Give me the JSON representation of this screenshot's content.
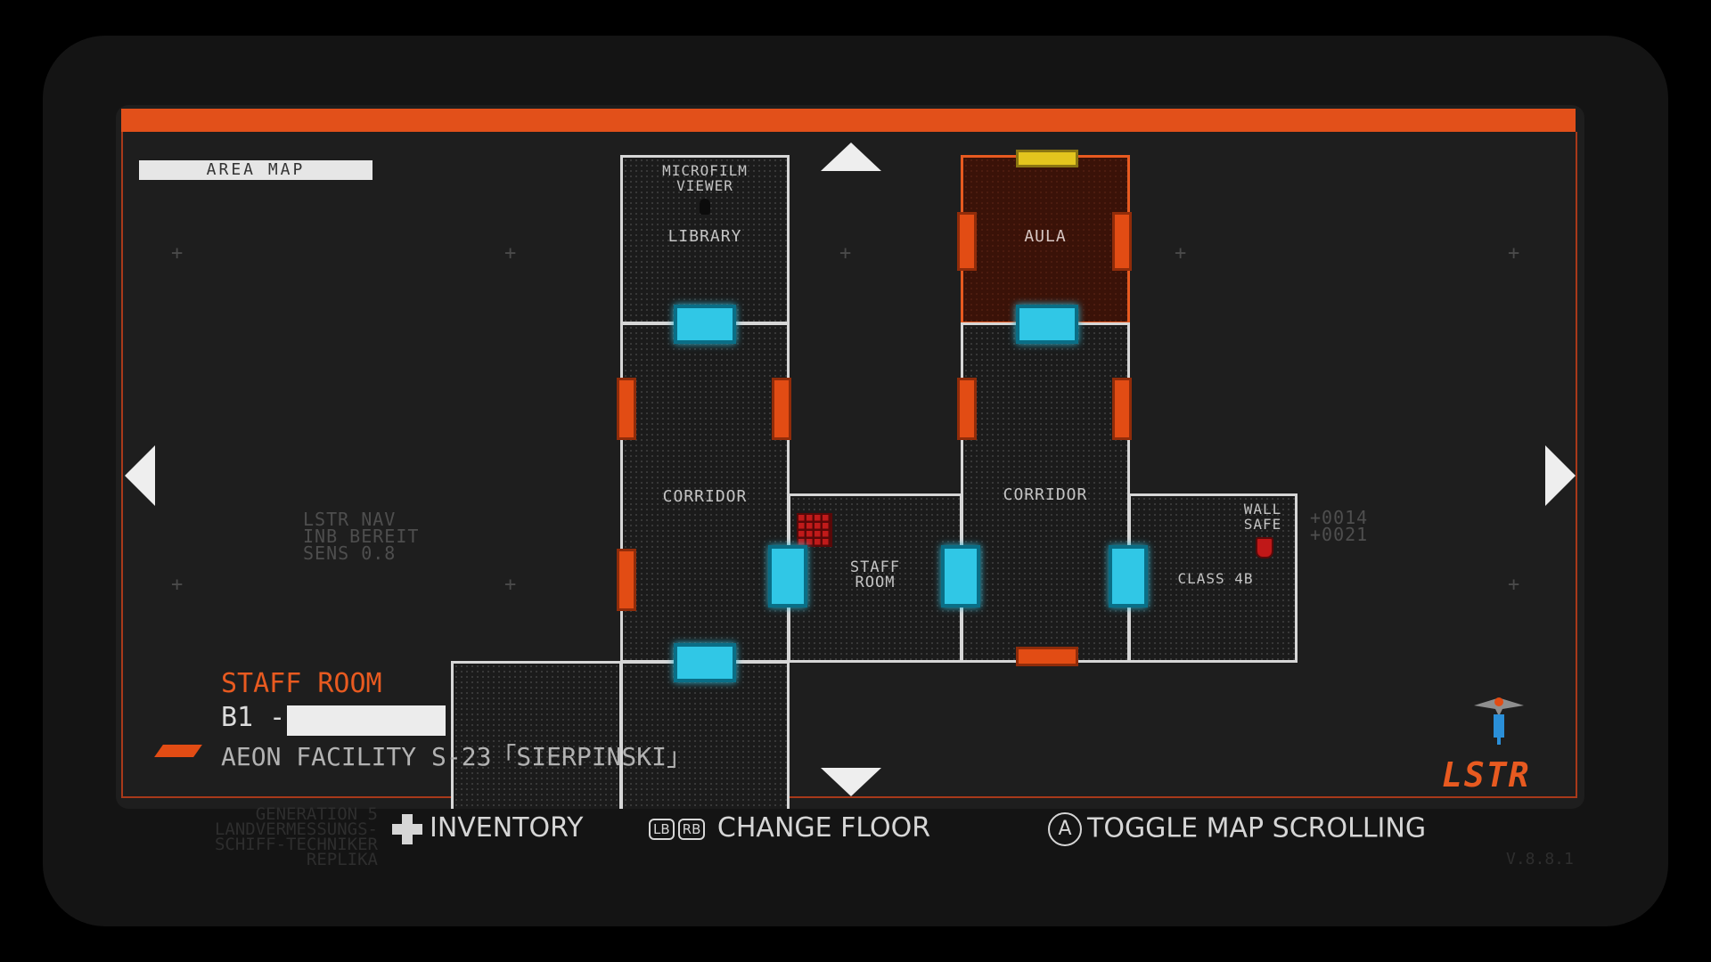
{
  "header": {
    "title": "AREA MAP"
  },
  "map": {
    "rooms": {
      "microfilm_label": "MICROFILM\nVIEWER",
      "library_label": "LIBRARY",
      "aula_label": "AULA",
      "corridor_left_label": "CORRIDOR",
      "corridor_right_label": "CORRIDOR",
      "staff_room_label": "STAFF\nROOM",
      "class_label": "CLASS 4B",
      "wall_safe_label": "WALL\nSAFE"
    },
    "coords": "+0014\n+0021",
    "nav_text": "LSTR NAV\nINB BEREIT\nSENS 0.8"
  },
  "location": {
    "room_name": "STAFF ROOM",
    "floor": "B1 -",
    "facility": "AEON FACILITY S-23「SIERPINSKI」"
  },
  "brand": "LSTR",
  "controls": {
    "inventory": "INVENTORY",
    "lb": "LB",
    "rb": "RB",
    "change_floor": "CHANGE FLOOR",
    "a_button": "A",
    "toggle_scroll": "TOGGLE MAP SCROLLING"
  },
  "sidebar_text": "GENERATION 5\nLANDVERMESSUNGS-\nSCHIFF-TECHNIKER\nREPLIKA",
  "version": "V.8.8.1",
  "colors": {
    "accent": "#e2501a",
    "door_blue": "#30c7e6",
    "door_orange": "#e24c14",
    "save_red": "#d81818"
  }
}
